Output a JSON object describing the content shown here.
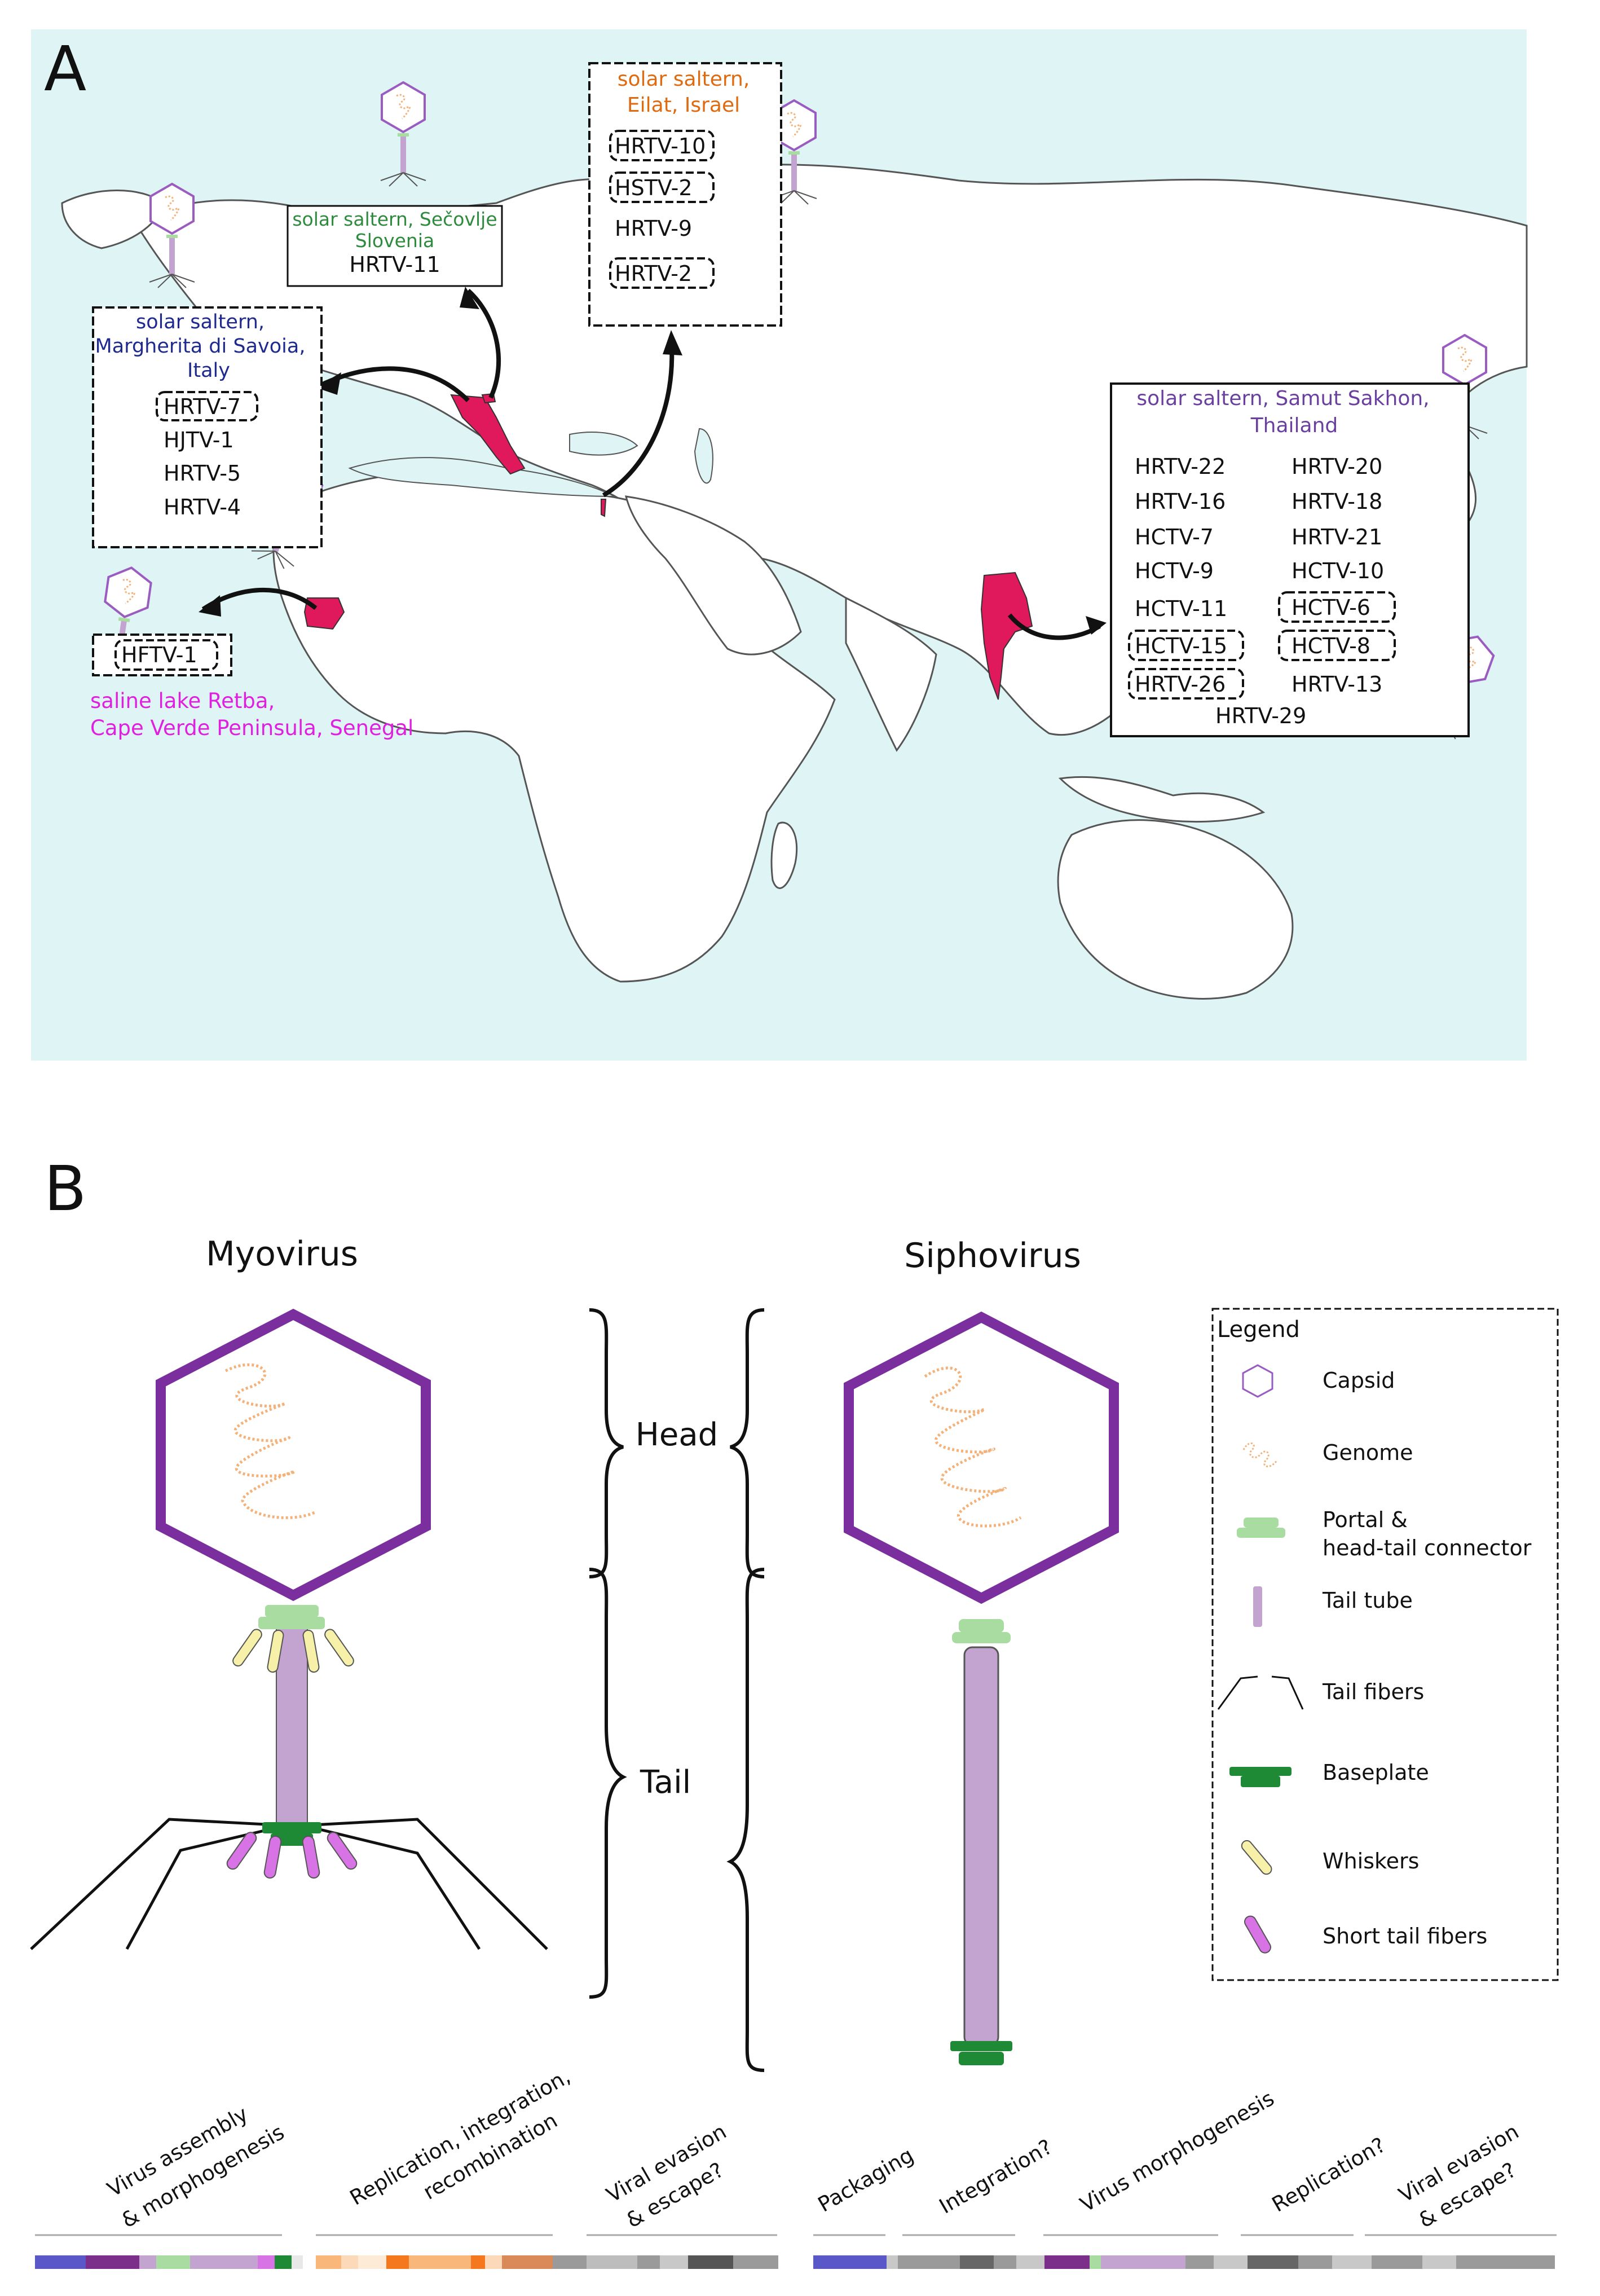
{
  "panel_a": {
    "letter": "A",
    "slovenia": {
      "site": "solar saltern, Sečovlje",
      "country": "Slovenia",
      "viruses": [
        "HRTV-11"
      ],
      "color": "#2e8b3e"
    },
    "israel": {
      "site": "solar saltern,",
      "country": "Eilat, Israel",
      "viruses": [
        "HRTV-10",
        "HSTV-2",
        "HRTV-9",
        "HRTV-2"
      ],
      "boxed": [
        true,
        true,
        false,
        true
      ],
      "color": "#e06a10"
    },
    "italy": {
      "site": "solar saltern,",
      "line2": "Margherita di Savoia,",
      "country": "Italy",
      "viruses": [
        "HRTV-7",
        "HJTV-1",
        "HRTV-5",
        "HRTV-4"
      ],
      "boxed": [
        true,
        false,
        false,
        false
      ],
      "color": "#1f2a8f"
    },
    "thailand": {
      "site": "solar saltern, Samut Sakhon,",
      "country": "Thailand",
      "color": "#6a3fa0",
      "left": [
        "HRTV-22",
        "HRTV-16",
        "HCTV-7",
        "HCTV-9",
        "HCTV-11",
        "HCTV-15",
        "HRTV-26"
      ],
      "left_boxed": [
        false,
        false,
        false,
        false,
        false,
        true,
        true
      ],
      "right": [
        "HRTV-20",
        "HRTV-18",
        "HRTV-21",
        "HCTV-10",
        "HCTV-6",
        "HCTV-8",
        "HRTV-13"
      ],
      "right_boxed": [
        false,
        false,
        false,
        false,
        true,
        true,
        false
      ],
      "bottom": "HRTV-29"
    },
    "senegal": {
      "viruses": [
        "HFTV-1"
      ],
      "line1": "saline lake Retba,",
      "line2": "Cape Verde Peninsula, Senegal",
      "color": "#e020e0"
    },
    "highlight_color": "#e0195c",
    "sea_color": "#dff4f4"
  },
  "panel_b": {
    "letter": "B",
    "myovirus_title": "Myovirus",
    "siphovirus_title": "Siphovirus",
    "head_label": "Head",
    "tail_label": "Tail",
    "legend": {
      "title": "Legend",
      "items": [
        {
          "label": "Capsid",
          "icon": "capsid-icon"
        },
        {
          "label": "Genome",
          "icon": "genome-icon"
        },
        {
          "label": "Portal &",
          "label2": "head-tail connector",
          "icon": "portal-icon"
        },
        {
          "label": "Tail tube",
          "icon": "tail-tube-icon"
        },
        {
          "label": "Tail fibers",
          "icon": "tail-fibers-icon"
        },
        {
          "label": "Baseplate",
          "icon": "baseplate-icon"
        },
        {
          "label": "Whiskers",
          "icon": "whiskers-icon"
        },
        {
          "label": "Short tail fibers",
          "icon": "short-tail-fibers-icon"
        }
      ]
    },
    "myo_genes": {
      "g1": "Virus assembly",
      "g1b": "& morphogenesis",
      "g2": "Replication, integration,",
      "g2b": "recombination",
      "g3": "Viral evasion",
      "g3b": "& escape?"
    },
    "sipho_genes": {
      "g1": "Packaging",
      "g2": "Integration?",
      "g3": "Virus morphogenesis",
      "g4": "Replication?",
      "g5": "Viral evasion",
      "g5b": "& escape?"
    },
    "colors": {
      "capsid": "#7b2f9e",
      "genome": "#f2b27a",
      "portal": "#a8dca0",
      "tube": "#c3a3cf",
      "baseplate": "#1e8a35",
      "whisker": "#f6f0a8",
      "short_fiber": "#d873e6"
    }
  }
}
